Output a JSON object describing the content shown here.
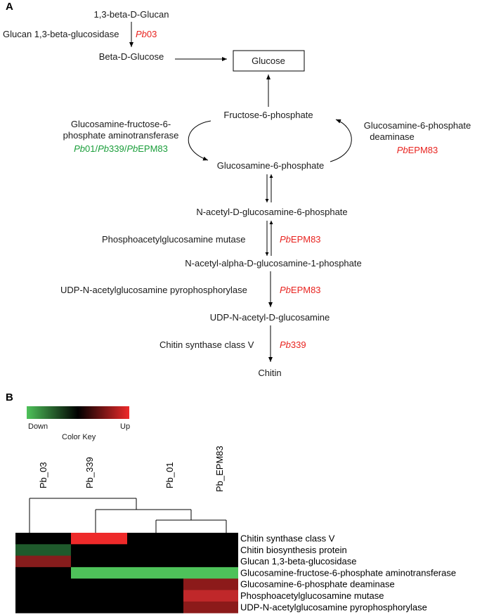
{
  "panel_a": {
    "label": "A",
    "glucan": "1,3-beta-D-Glucan",
    "glucosidase": "Glucan 1,3-beta-glucosidase",
    "glucosidase_strain_it": "Pb",
    "glucosidase_strain": "03",
    "beta_glucose": "Beta-D-Glucose",
    "glucose": "Glucose",
    "f6p": "Fructose-6-phosphate",
    "gfat_1": "Glucosamine-fructose-6-",
    "gfat_2": "phosphate aminotransferase",
    "gfat_s1": "Pb",
    "gfat_s2": "01/",
    "gfat_s3": "Pb",
    "gfat_s4": "339/",
    "gfat_s5": "Pb",
    "gfat_s6": "EPM83",
    "deam_1": "Glucosamine-6-phosphate",
    "deam_2": "deaminase",
    "deam_s1": "Pb",
    "deam_s2": "EPM83",
    "g6p": "Glucosamine-6-phosphate",
    "nag6p": "N-acetyl-D-glucosamine-6-phosphate",
    "mutase": "Phosphoacetylglucosamine mutase",
    "mutase_s1": "Pb",
    "mutase_s2": "EPM83",
    "nag1p": "N-acetyl-alpha-D-glucosamine-1-phosphate",
    "udp_ppase": "UDP-N-acetylglucosamine pyrophosphorylase",
    "udp_s1": "Pb",
    "udp_s2": "EPM83",
    "udp_nag": "UDP-N-acetyl-D-glucosamine",
    "chs": "Chitin synthase class V",
    "chs_s1": "Pb",
    "chs_s2": "339",
    "chitin": "Chitin"
  },
  "panel_b": {
    "label": "B",
    "key_down": "Down",
    "key_up": "Up",
    "key_title": "Color Key",
    "columns": [
      "Pb_03",
      "Pb_339",
      "Pb_01",
      "Pb_EPM83"
    ],
    "rows": [
      "Chitin synthase class V",
      "Chitin biosynthesis protein",
      "Glucan 1,3-beta-glucosidase",
      "Glucosamine-fructose-6-phosphate aminotransferase",
      "Glucosamine-6-phosphate deaminase",
      "Phosphoacetylglucosamine mutase",
      "UDP-N-acetylglucosamine pyrophosphorylase"
    ],
    "cells": [
      [
        "#000000",
        "#ee2a2a",
        "#000000",
        "#000000"
      ],
      [
        "#1f5a2c",
        "#000000",
        "#000000",
        "#000000"
      ],
      [
        "#861c1c",
        "#000000",
        "#000000",
        "#000000"
      ],
      [
        "#000000",
        "#4ec25a",
        "#4ec25a",
        "#4ec25a"
      ],
      [
        "#000000",
        "#000000",
        "#000000",
        "#8c1a1a"
      ],
      [
        "#000000",
        "#000000",
        "#000000",
        "#c0282a"
      ],
      [
        "#000000",
        "#000000",
        "#000000",
        "#8c1a1a"
      ]
    ]
  }
}
